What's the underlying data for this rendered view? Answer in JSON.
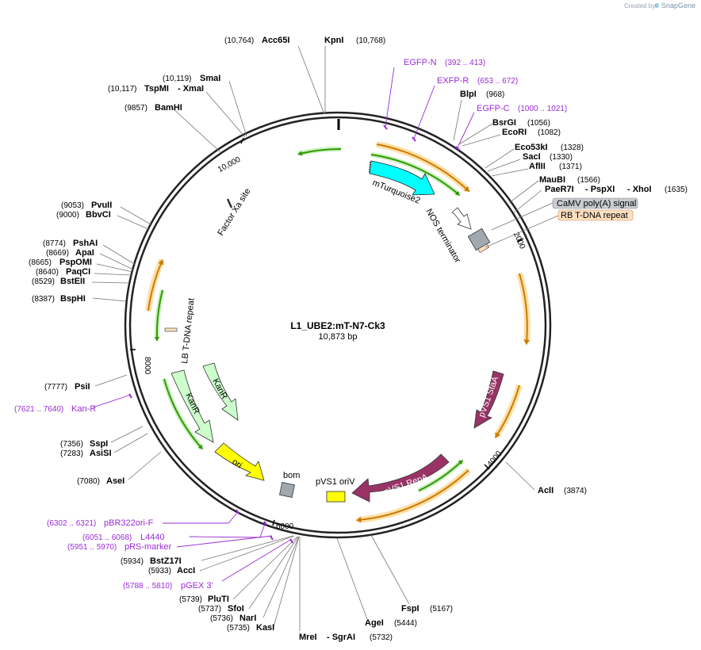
{
  "watermark": {
    "prefix": "Created by",
    "brand": "SnapGene"
  },
  "plasmid": {
    "name": "L1_UBE2:mT-N7-Ck3",
    "length": "10,873 bp"
  },
  "ticks": [
    "10,000",
    "2000",
    "4000",
    "6000",
    "8000"
  ],
  "enzymes": {
    "acc65i": {
      "name": "Acc65I",
      "pos": "(10,764)"
    },
    "kpni": {
      "name": "KpnI",
      "pos": "(10,768)"
    },
    "smai": {
      "name": "SmaI",
      "pos": "(10,119)"
    },
    "tspmi": {
      "name": "TspMI",
      "pos": "(10,117)"
    },
    "xmai": {
      "name": "- XmaI",
      "pos": ""
    },
    "bamhi": {
      "name": "BamHI",
      "pos": "(9857)"
    },
    "blpi": {
      "name": "BlpI",
      "pos": "(968)"
    },
    "bsrgi": {
      "name": "BsrGI",
      "pos": "(1056)"
    },
    "ecori": {
      "name": "EcoRI",
      "pos": "(1082)"
    },
    "eco53ki": {
      "name": "Eco53kI",
      "pos": "(1328)"
    },
    "saci": {
      "name": "SacI",
      "pos": "(1330)"
    },
    "aflii": {
      "name": "AflII",
      "pos": "(1371)"
    },
    "maubi": {
      "name": "MauBI",
      "pos": "(1566)"
    },
    "paer7i": {
      "name": "PaeR7I",
      "pos": ""
    },
    "pspxi": {
      "name": "- PspXI",
      "pos": ""
    },
    "xhoi": {
      "name": "- XhoI",
      "pos": "(1635)"
    },
    "pvuii": {
      "name": "PvuII",
      "pos": "(9053)"
    },
    "bbvci": {
      "name": "BbvCI",
      "pos": "(9000)"
    },
    "pshai": {
      "name": "PshAI",
      "pos": "(8774)"
    },
    "apai": {
      "name": "ApaI",
      "pos": "(8669)"
    },
    "pspomi": {
      "name": "PspOMI",
      "pos": "(8665)"
    },
    "paqci": {
      "name": "PaqCI",
      "pos": "(8640)"
    },
    "bsteii": {
      "name": "BstEII",
      "pos": "(8529)"
    },
    "bsphi": {
      "name": "BspHI",
      "pos": "(8387)"
    },
    "psii": {
      "name": "PsiI",
      "pos": "(7777)"
    },
    "sspi": {
      "name": "SspI",
      "pos": "(7356)"
    },
    "asisi": {
      "name": "AsiSI",
      "pos": "(7283)"
    },
    "asei": {
      "name": "AseI",
      "pos": "(7080)"
    },
    "acli": {
      "name": "AclI",
      "pos": "(3874)"
    },
    "bstz17i": {
      "name": "BstZ17I",
      "pos": "(5934)"
    },
    "acci": {
      "name": "AccI",
      "pos": "(5933)"
    },
    "pluti": {
      "name": "PluTI",
      "pos": "(5739)"
    },
    "sfoi": {
      "name": "SfoI",
      "pos": "(5737)"
    },
    "nari": {
      "name": "NarI",
      "pos": "(5736)"
    },
    "kasi": {
      "name": "KasI",
      "pos": "(5735)"
    },
    "mrei": {
      "name": "MreI",
      "pos": ""
    },
    "sgrai": {
      "name": "- SgrAI",
      "pos": "(5732)"
    },
    "agei": {
      "name": "AgeI",
      "pos": "(5444)"
    },
    "fspi": {
      "name": "FspI",
      "pos": "(5167)"
    }
  },
  "primers": {
    "egfpn": {
      "name": "EGFP-N",
      "pos": "(392 .. 413)"
    },
    "exfpr": {
      "name": "EXFP-R",
      "pos": "(653 .. 672)"
    },
    "egfpc": {
      "name": "EGFP-C",
      "pos": "(1000 .. 1021)"
    },
    "kanr": {
      "name": "Kan-R",
      "pos": "(7621 .. 7640)"
    },
    "pbr322": {
      "name": "pBR322ori-F",
      "pos": "(6302 .. 6321)"
    },
    "l4440": {
      "name": "L4440",
      "pos": "(6051 .. 6068)"
    },
    "prs": {
      "name": "pRS-marker",
      "pos": "(5951 .. 5970)"
    },
    "pgex": {
      "name": "pGEX 3'",
      "pos": "(5788 .. 5810)"
    }
  },
  "features": {
    "mturquoise2": "mTurquoise2",
    "nos_terminator": "NOS terminator",
    "camv": "CaMV poly(A) signal",
    "rb_tdna": "RB T-DNA repeat",
    "factor_xa": "Factor Xa site",
    "lb_tdna": "LB T-DNA repeat",
    "kanr1": "KanR",
    "kanr2": "KanR",
    "ori": "ori",
    "bom": "bom",
    "pvs1_oriv": "pVS1 oriV",
    "pvs1_staa": "pVS1 StaA",
    "pvs1_repa": "pVS1 RepA"
  },
  "colors": {
    "mturquoise": "#00ffff",
    "kanr": "#ccffcc",
    "ori": "#ffff00",
    "pvs1": "#993366",
    "orf_green": "#339900",
    "orf_orange": "#ff9900",
    "primer": "#9a2bd6",
    "grey_feature": "#a0a8b0",
    "rb_repeat": "#ffe0c0"
  }
}
